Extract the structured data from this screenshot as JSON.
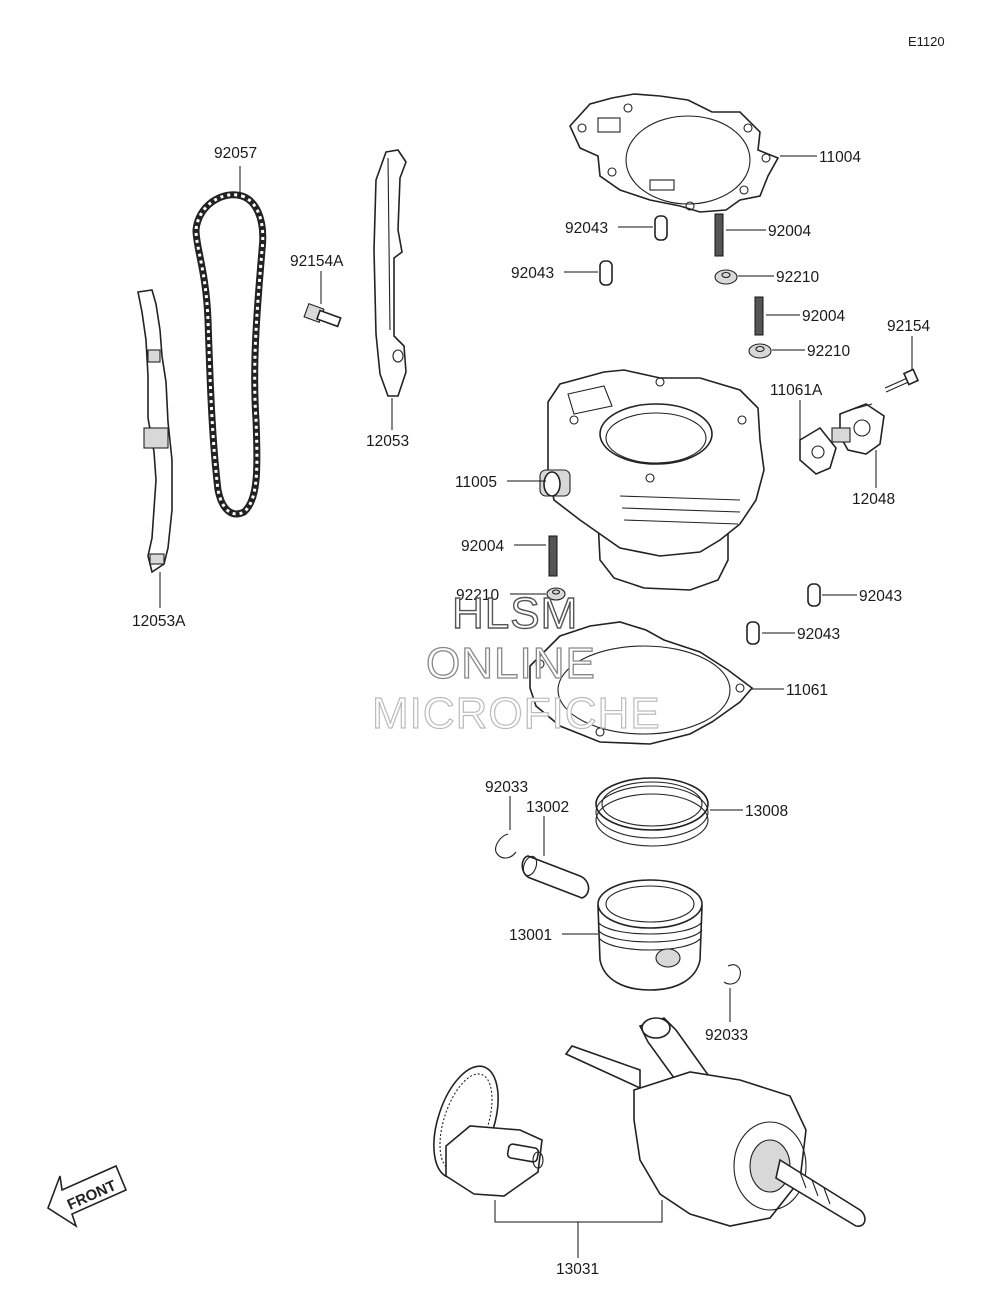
{
  "diagram_code": "E1120",
  "labels": {
    "p11004": "11004",
    "p92043a": "92043",
    "p92004a": "92004",
    "p92043b": "92043",
    "p92210a": "92210",
    "p92004b": "92004",
    "p92210b": "92210",
    "p92154": "92154",
    "p11061A": "11061A",
    "p12048": "12048",
    "p92057": "92057",
    "p92154A": "92154A",
    "p12053": "12053",
    "p12053A": "12053A",
    "p11005": "11005",
    "p92004c": "92004",
    "p92210c": "92210",
    "p92043c": "92043",
    "p92043d": "92043",
    "p11061": "11061",
    "p92033a": "92033",
    "p13002": "13002",
    "p13008": "13008",
    "p13001": "13001",
    "p92033b": "92033",
    "p13031": "13031"
  },
  "watermark": {
    "line1": "HLSM",
    "line2": "ONLINE",
    "line3": "MICROFICHE"
  },
  "front_marker": "FRONT"
}
